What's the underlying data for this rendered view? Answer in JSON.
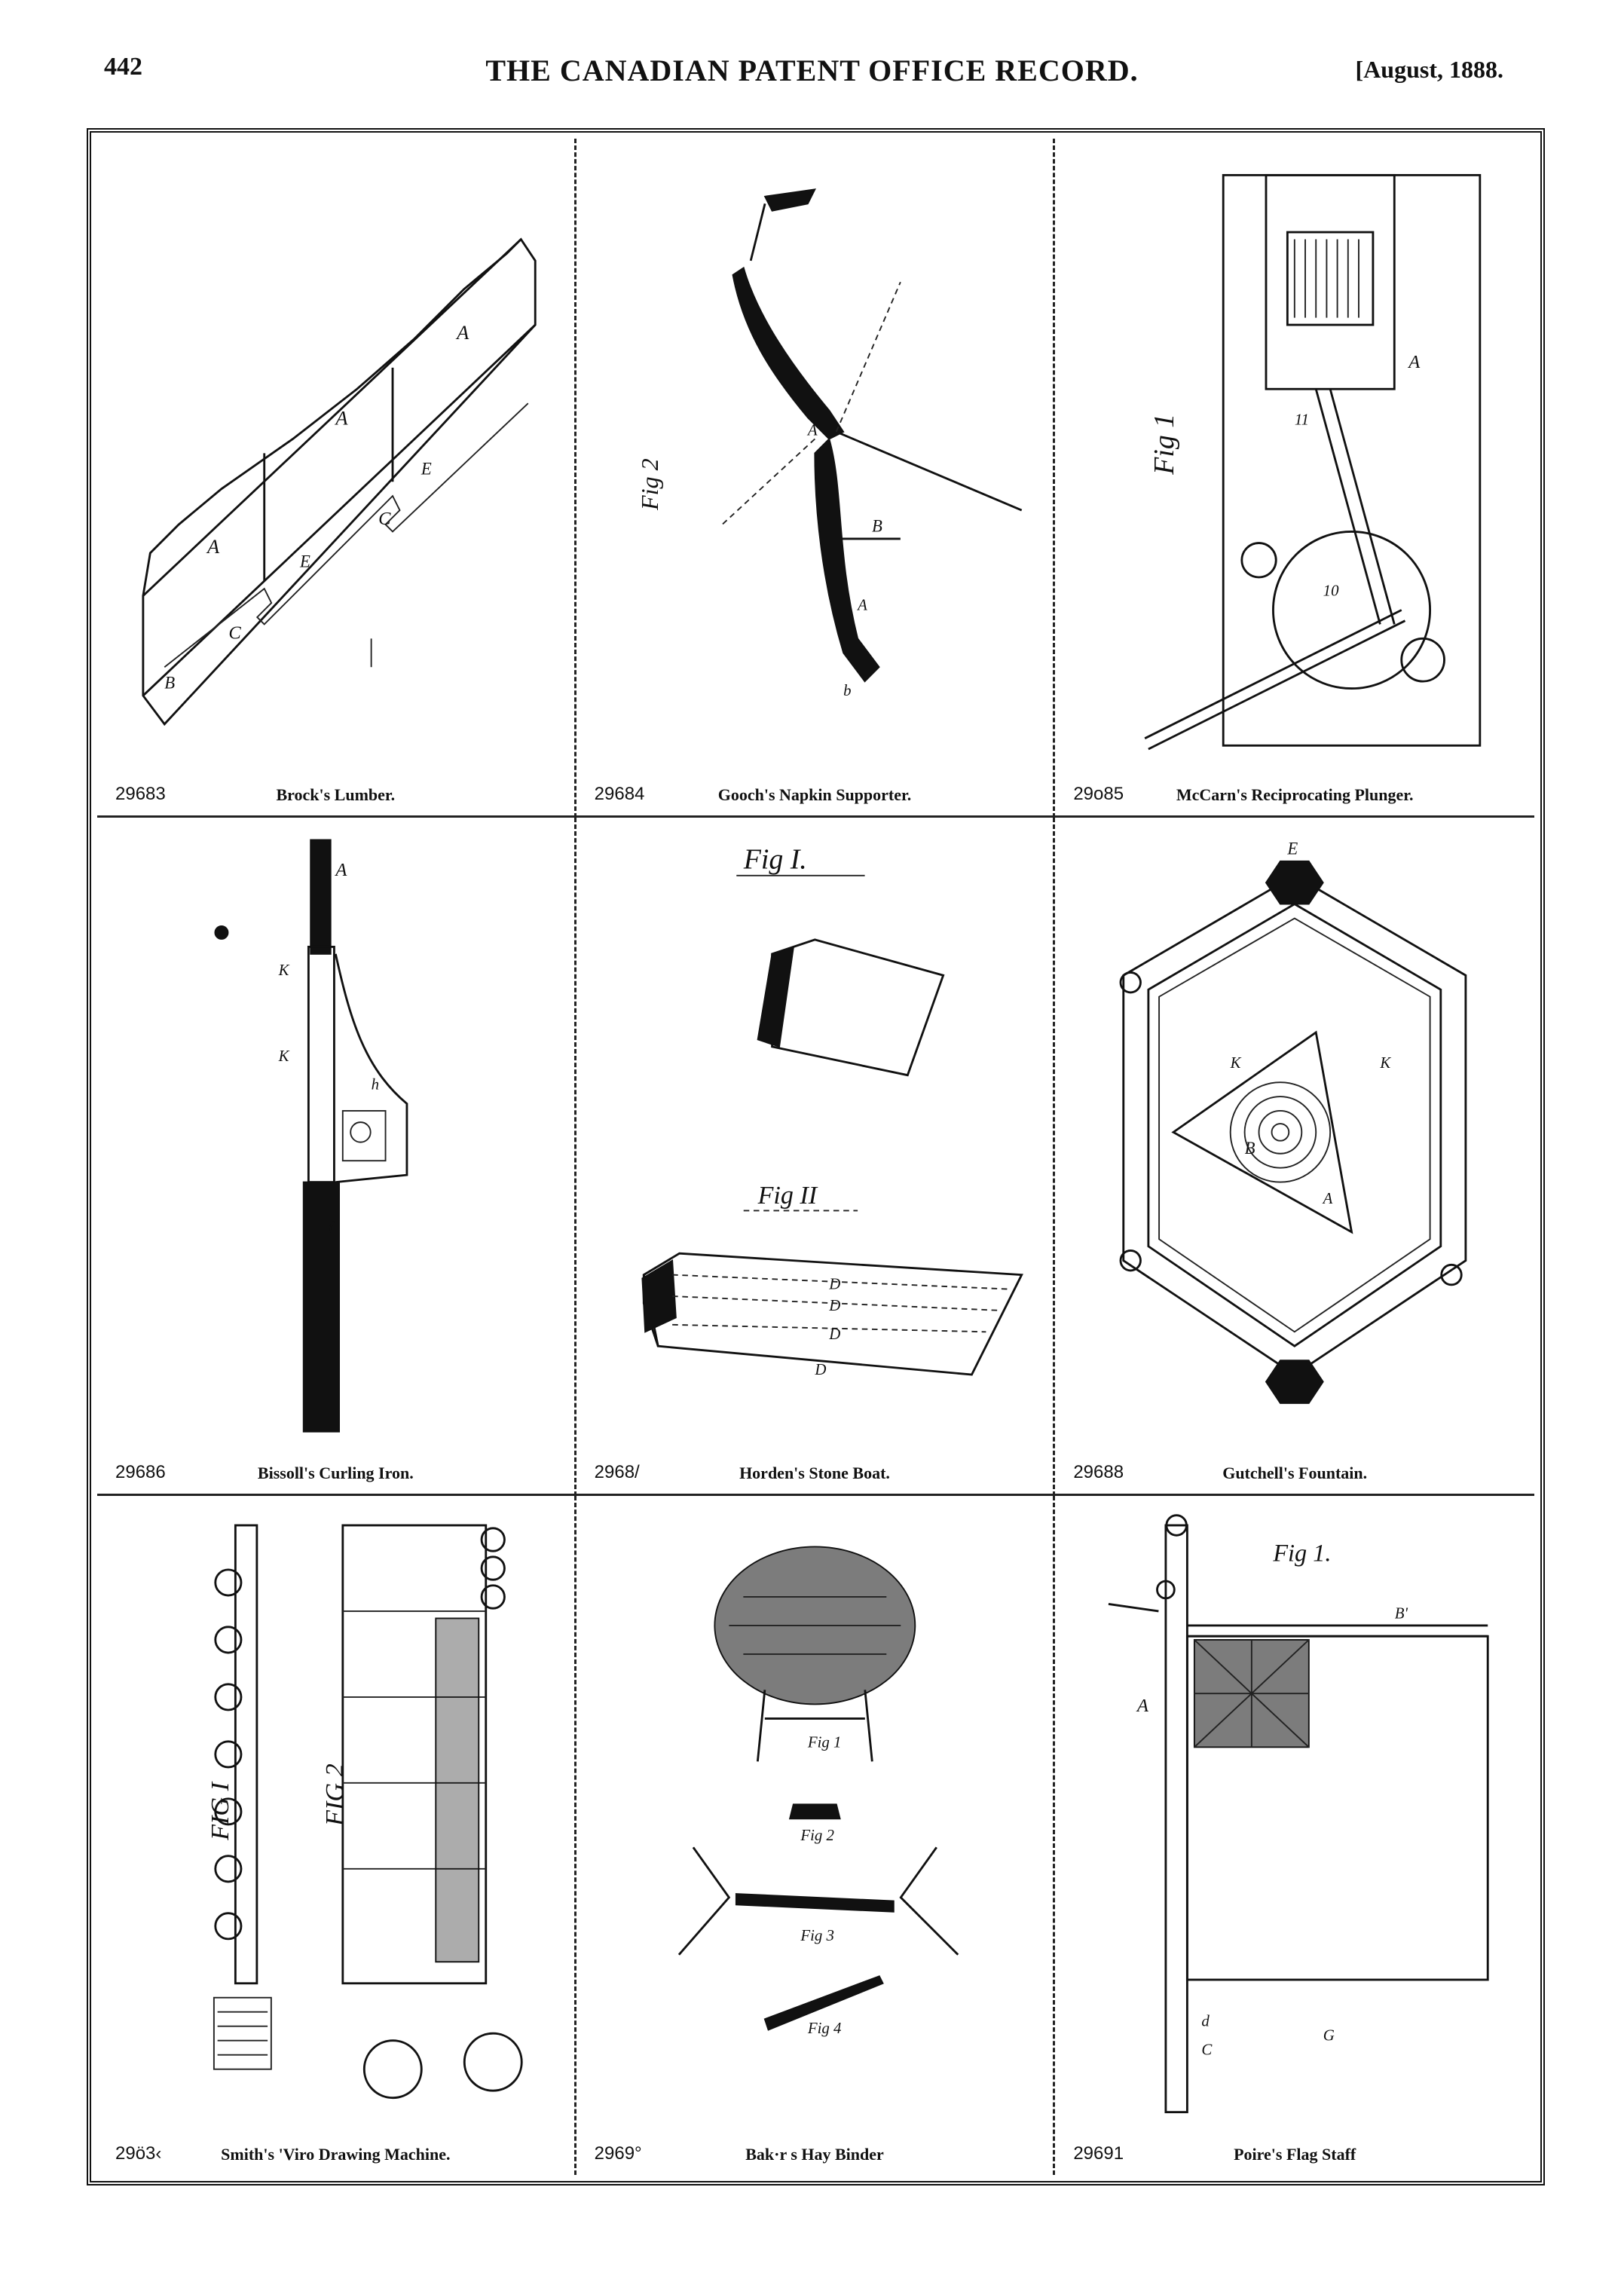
{
  "header": {
    "page_number": "442",
    "journal_title": "THE CANADIAN PATENT OFFICE RECORD.",
    "issue_date": "[August, 1888."
  },
  "patents": [
    {
      "number": "29683",
      "title": "Brock's Lumber.",
      "icon": "lumber-boards-drawing"
    },
    {
      "number": "29684",
      "title": "Gooch's Napkin Supporter.",
      "icon": "napkin-supporter-drawing"
    },
    {
      "number": "29o85",
      "title": "McCarn's Reciprocating Plunger.",
      "icon": "plunger-mechanism-drawing"
    },
    {
      "number": "29686",
      "title": "Bissoll's Curling Iron.",
      "icon": "curling-iron-drawing"
    },
    {
      "number": "2968/",
      "title": "Horden's Stone Boat.",
      "icon": "stone-boat-drawing"
    },
    {
      "number": "29688",
      "title": "Gutchell's Fountain.",
      "icon": "fountain-plan-drawing"
    },
    {
      "number": "29ö3‹",
      "title": "Smith's 'Viro Drawing Machine.",
      "icon": "wire-drawing-machine-drawing"
    },
    {
      "number": "2969°",
      "title": "Bak·r s Hay Binder",
      "icon": "hay-binder-drawing"
    },
    {
      "number": "29691",
      "title": "Poire's Flag Staff",
      "icon": "flag-staff-drawing"
    }
  ],
  "figure_labels": {
    "gooch": "Fig 2",
    "mccarn": "Fig 1",
    "horden_fig1": "Fig I.",
    "horden_fig2": "Fig II",
    "smith_fig1": "FIG I",
    "smith_fig2": "FIG 2",
    "baker_fig1": "Fig 1",
    "baker_fig2": "Fig 2",
    "baker_fig3": "Fig 3",
    "baker_fig4": "Fig 4",
    "poire": "Fig 1."
  }
}
